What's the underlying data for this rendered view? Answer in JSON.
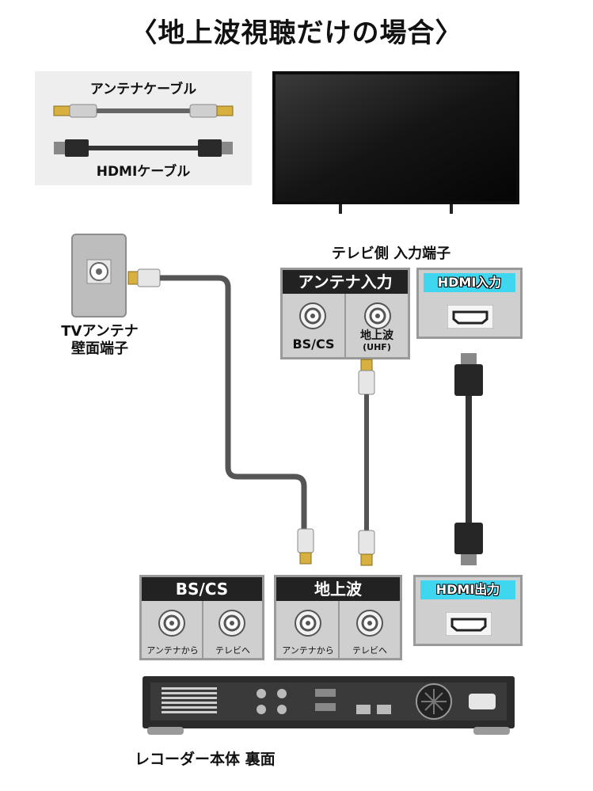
{
  "title": "〈地上波視聴だけの場合〉",
  "legend": {
    "antenna_cable": "アンテナケーブル",
    "hdmi_cable": "HDMIケーブル"
  },
  "tv": {
    "caption": "テレビ側 入力端子",
    "antenna_panel": {
      "header": "アンテナ入力",
      "ports": [
        "BS/CS",
        "地上波"
      ],
      "uhf_note": "(UHF)"
    },
    "hdmi_panel": {
      "header": "HDMI入力"
    }
  },
  "wall": {
    "label_line1": "TVアンテナ",
    "label_line2": "壁面端子"
  },
  "recorder": {
    "bscs_panel": {
      "header": "BS/CS",
      "ports": [
        "アンテナから",
        "テレビへ"
      ]
    },
    "terrestrial_panel": {
      "header": "地上波",
      "ports": [
        "アンテナから",
        "テレビへ"
      ]
    },
    "hdmi_panel": {
      "header": "HDMI出力"
    },
    "caption": "レコーダー本体 裏面"
  },
  "colors": {
    "panel_header": "#222222",
    "panel_body": "#cfcfcf",
    "hdmi_badge": "#3ed7ef",
    "cable": "#555555"
  }
}
